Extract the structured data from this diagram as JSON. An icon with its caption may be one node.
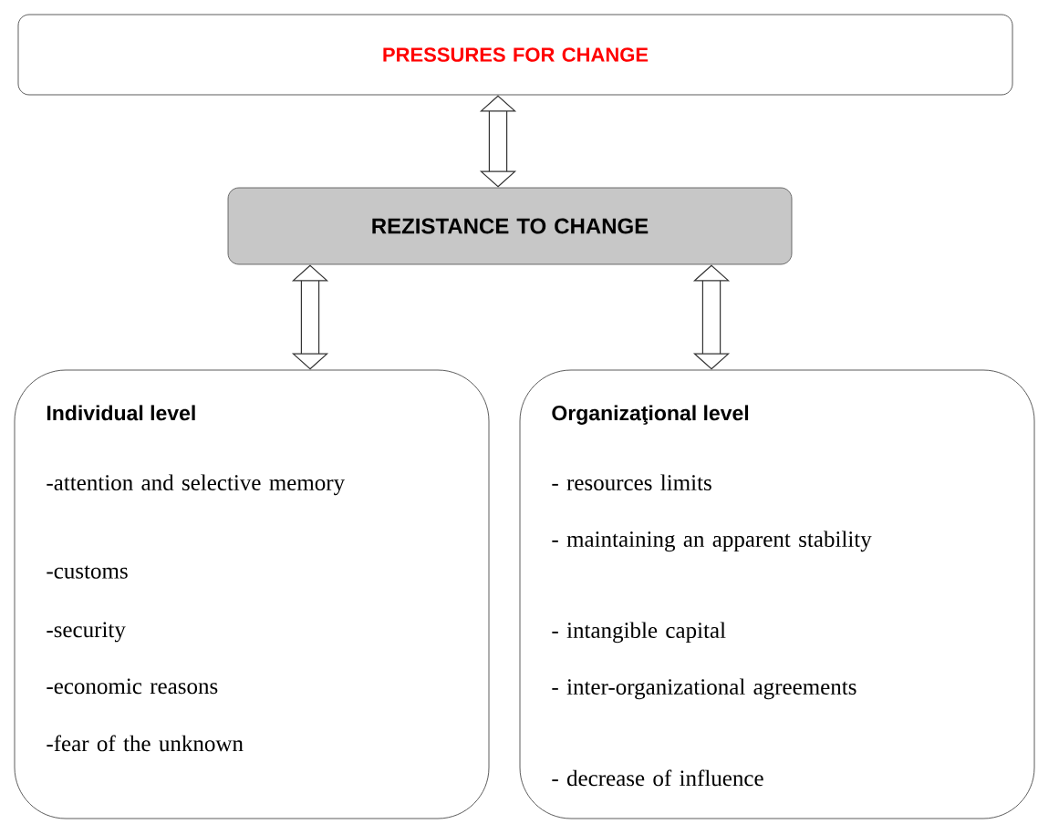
{
  "diagram": {
    "nodes": [
      {
        "text": [
          "PRESSURES FOR CHANGE"
        ]
      },
      {
        "text": [
          "REZISTANCE TO CHANGE"
        ]
      },
      {
        "text": [
          "Individual level",
          "-attention and selective memory",
          "-customs",
          "-security",
          "-economic reasons",
          "-fear of the unknown"
        ]
      },
      {
        "text": [
          "Organizaţional level",
          "- resources limits",
          "- maintaining an apparent stability",
          "- intangible capital",
          "- inter-organizational agreements",
          "- decrease of influence"
        ]
      }
    ],
    "edges": [
      {
        "from": 0,
        "to": 1,
        "arrow": "both"
      },
      {
        "from": 1,
        "to": 2,
        "arrow": "both"
      },
      {
        "from": 1,
        "to": 3,
        "arrow": "both"
      }
    ]
  }
}
